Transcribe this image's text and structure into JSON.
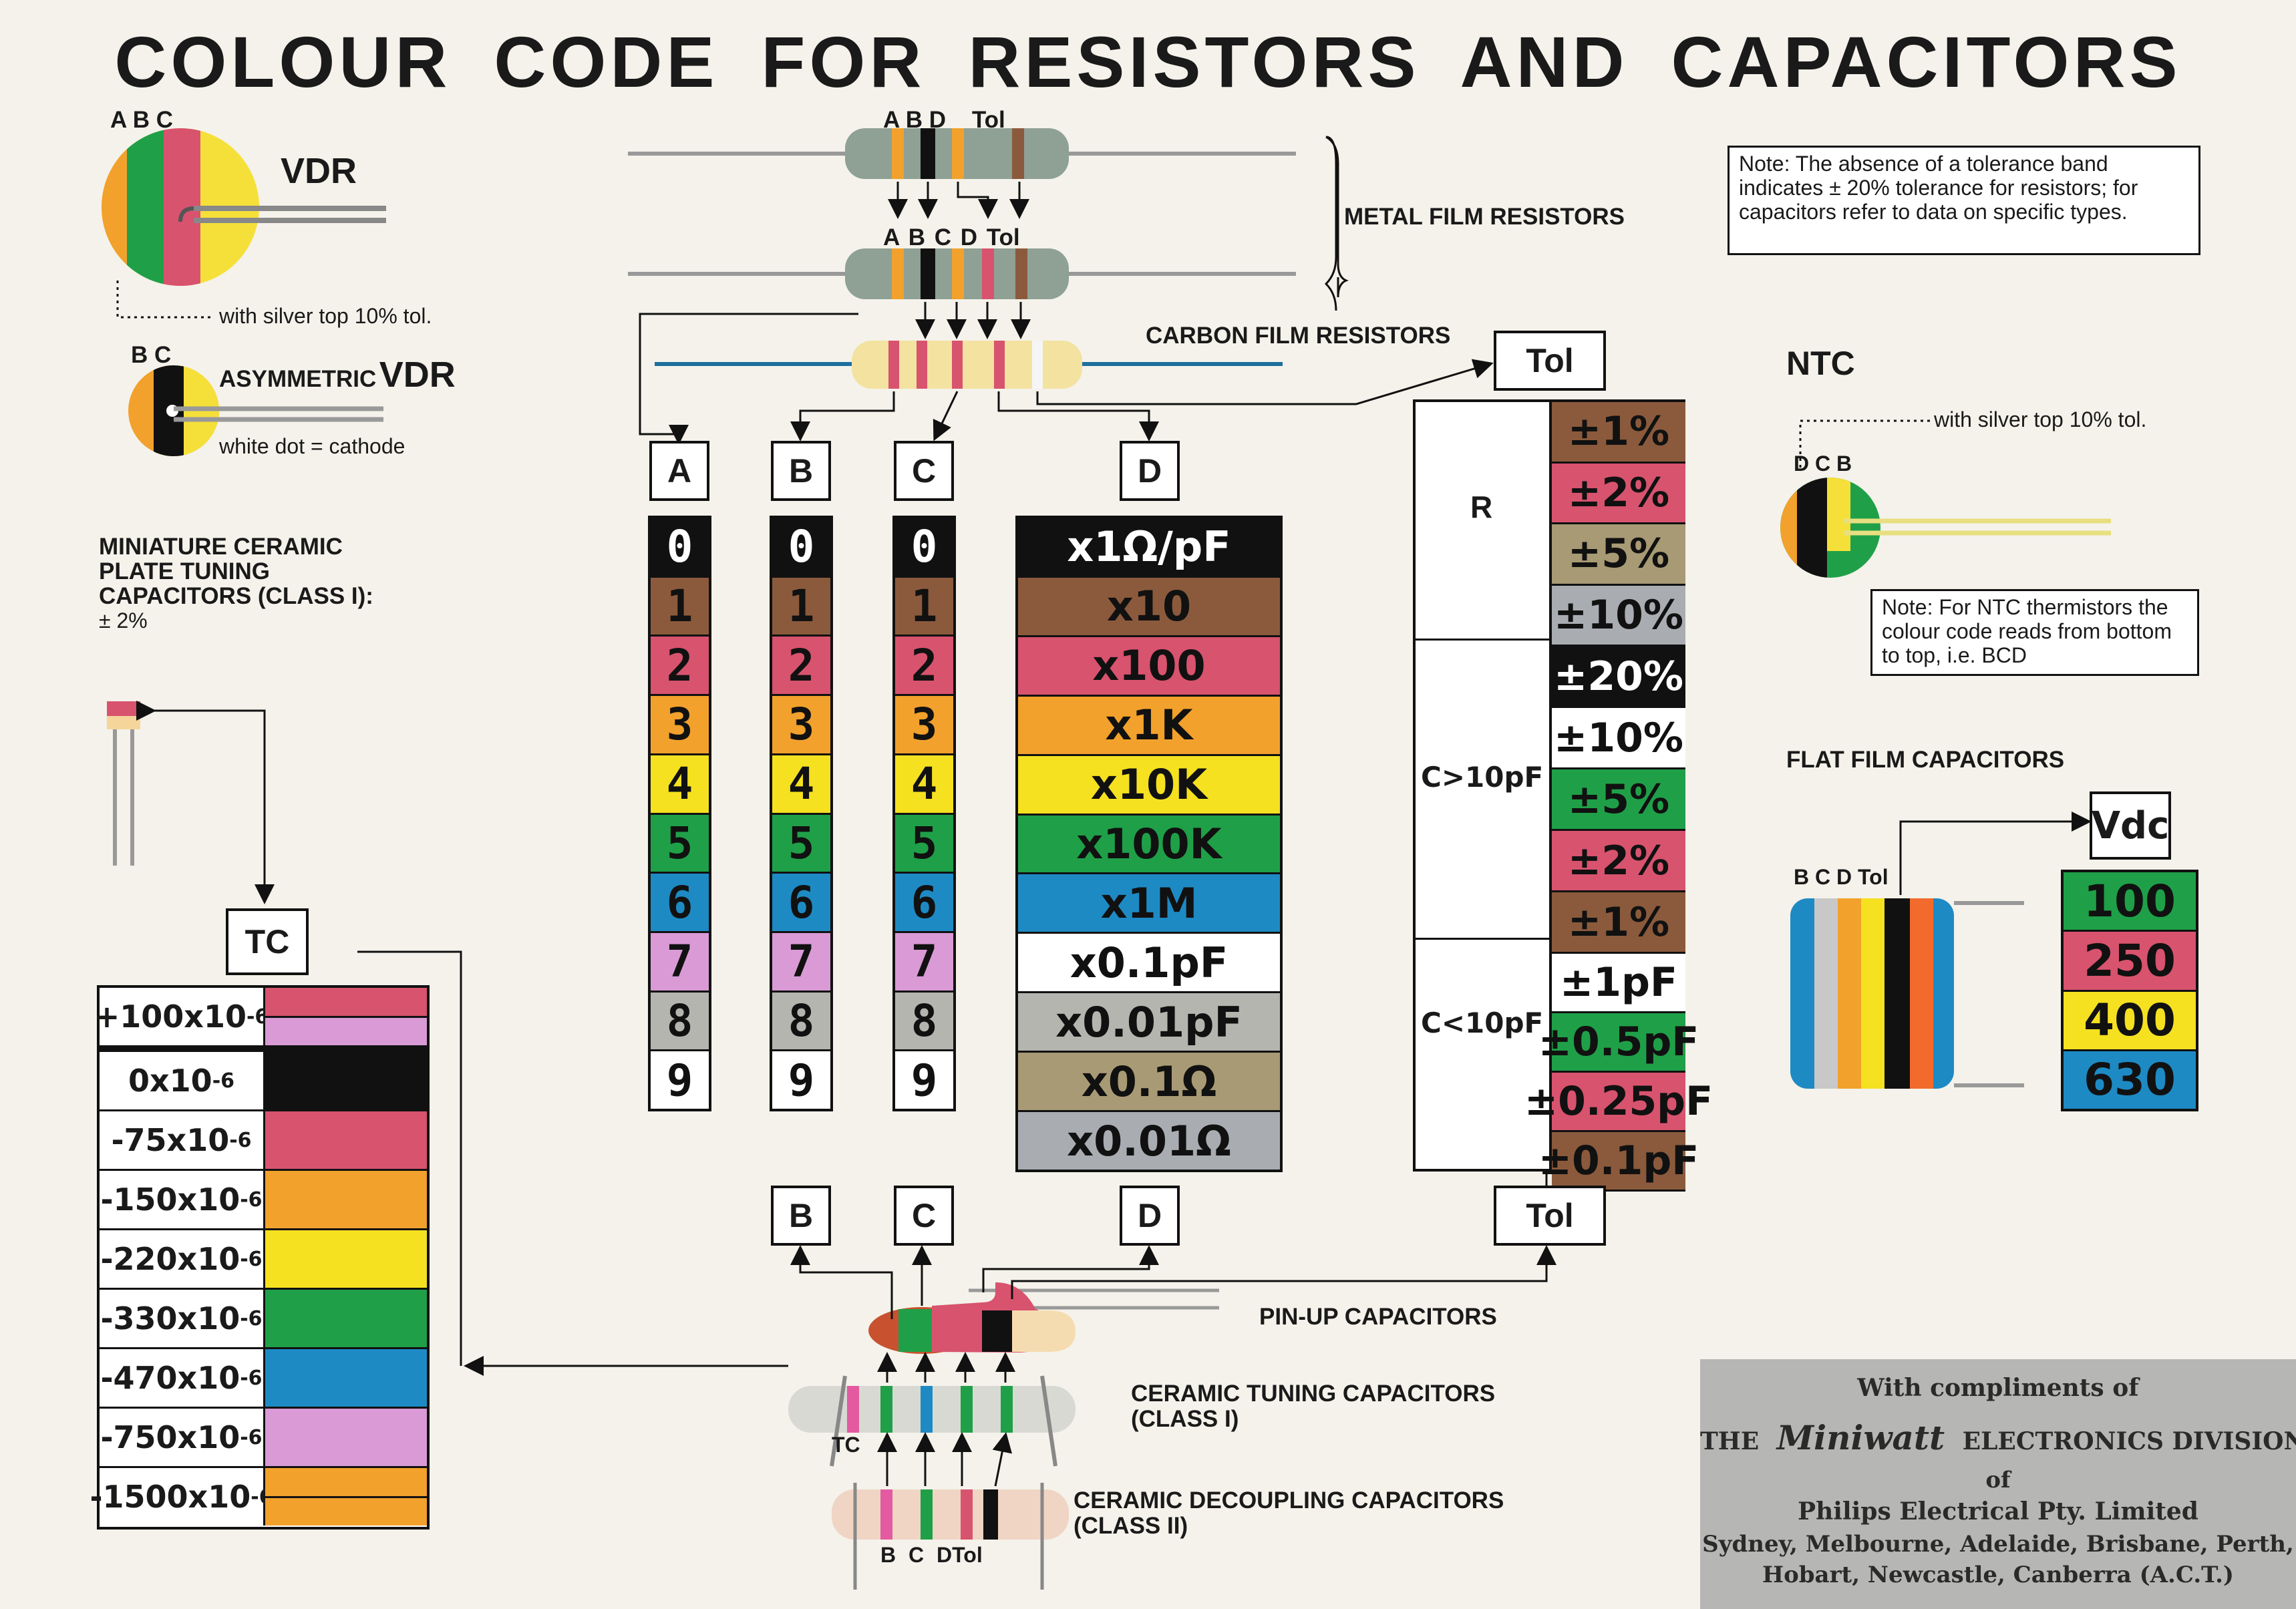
{
  "title": "COLOUR CODE FOR RESISTORS AND CAPACITORS",
  "colors": {
    "black": "#111111",
    "brown": "#8b5a3c",
    "red": "#d8536e",
    "orange": "#f2a12c",
    "yellow": "#f5e120",
    "green": "#1fa048",
    "blue": "#1e8ac4",
    "violet": "#d99ad6",
    "grey": "#b5b5b0",
    "white": "#ffffff",
    "silver": "#a9adb2",
    "gold": "#a89a74"
  },
  "vdr": {
    "labels": "A B C",
    "name": "VDR",
    "note": "with silver top 10% tol."
  },
  "asym_vdr": {
    "labels": "B C",
    "prefix": "ASYMMETRIC",
    "name": "VDR",
    "note": "white dot = cathode"
  },
  "miniature": {
    "line1": "MINIATURE CERAMIC",
    "line2": "PLATE TUNING",
    "line3": "CAPACITORS (CLASS I):",
    "tol": "± 2%"
  },
  "metal_film": {
    "labels_top": "A B D    Tol",
    "labels_bottom": "A B C D Tol",
    "caption": "METAL FILM RESISTORS"
  },
  "carbon_film": {
    "caption": "CARBON FILM RESISTORS"
  },
  "columns": {
    "A": "A",
    "B": "B",
    "C": "C",
    "D": "D",
    "Tol": "Tol",
    "digits": [
      "0",
      "1",
      "2",
      "3",
      "4",
      "5",
      "6",
      "7",
      "8",
      "9"
    ],
    "digit_colors": [
      "black",
      "brown",
      "red",
      "orange",
      "yellow",
      "green",
      "blue",
      "violet",
      "grey",
      "white"
    ]
  },
  "multipliers": [
    {
      "label": "x1Ω/pF",
      "color": "black"
    },
    {
      "label": "x10",
      "color": "brown"
    },
    {
      "label": "x100",
      "color": "red"
    },
    {
      "label": "x1K",
      "color": "orange"
    },
    {
      "label": "x10K",
      "color": "yellow"
    },
    {
      "label": "x100K",
      "color": "green"
    },
    {
      "label": "x1M",
      "color": "blue"
    },
    {
      "label": "x0.1pF",
      "color": "white"
    },
    {
      "label": "x0.01pF",
      "color": "grey"
    },
    {
      "label": "x0.1Ω",
      "color": "gold"
    },
    {
      "label": "x0.01Ω",
      "color": "silver"
    }
  ],
  "tolerance": {
    "r_label": "R",
    "c_big_label": "C>10pF",
    "c_small_label": "C<10pF",
    "r": [
      {
        "label": "±1%",
        "color": "brown"
      },
      {
        "label": "±2%",
        "color": "red"
      },
      {
        "label": "±5%",
        "color": "gold"
      },
      {
        "label": "±10%",
        "color": "silver"
      }
    ],
    "c_big": [
      {
        "label": "±20%",
        "color": "black"
      },
      {
        "label": "±10%",
        "color": "white"
      },
      {
        "label": "±5%",
        "color": "green"
      },
      {
        "label": "±2%",
        "color": "red"
      },
      {
        "label": "±1%",
        "color": "brown"
      }
    ],
    "c_small": [
      {
        "label": "±1pF",
        "color": "white"
      },
      {
        "label": "±0.5pF",
        "color": "green"
      },
      {
        "label": "±0.25pF",
        "color": "red"
      },
      {
        "label": "±0.1pF",
        "color": "brown"
      }
    ]
  },
  "note_tol": "Note: The absence of a tolerance band indicates ± 20% tolerance for resistors; for capacitors refer to data on specific types.",
  "ntc": {
    "name": "NTC",
    "note_top": "with silver top 10% tol.",
    "labels": "D C B",
    "note": "Note: For NTC thermistors the colour code reads from bottom to top, i.e. BCD"
  },
  "flat_film": {
    "caption": "FLAT FILM CAPACITORS",
    "labels": "B C D Tol",
    "vdc_label": "Vdc",
    "voltages": [
      {
        "label": "100",
        "color": "green"
      },
      {
        "label": "250",
        "color": "red"
      },
      {
        "label": "400",
        "color": "yellow"
      },
      {
        "label": "630",
        "color": "blue"
      }
    ]
  },
  "tc": {
    "label": "TC",
    "rows": [
      {
        "label": "+100x10",
        "colors": [
          "red",
          "violet"
        ]
      },
      {
        "label": "0x10",
        "colors": [
          "black"
        ]
      },
      {
        "label": "-75x10",
        "colors": [
          "red"
        ]
      },
      {
        "label": "-150x10",
        "colors": [
          "orange"
        ]
      },
      {
        "label": "-220x10",
        "colors": [
          "yellow"
        ]
      },
      {
        "label": "-330x10",
        "colors": [
          "green"
        ]
      },
      {
        "label": "-470x10",
        "colors": [
          "blue"
        ]
      },
      {
        "label": "-750x10",
        "colors": [
          "violet"
        ]
      },
      {
        "label": "-1500x10",
        "colors": [
          "orange",
          "orange"
        ]
      }
    ],
    "exp": "-6"
  },
  "bottom_boxes": {
    "B": "B",
    "C": "C",
    "D": "D",
    "Tol": "Tol"
  },
  "pinup": {
    "caption": "PIN-UP CAPACITORS"
  },
  "ceramic_tuning": {
    "caption1": "CERAMIC TUNING CAPACITORS",
    "caption2": "(CLASS I)",
    "tc_label": "TC"
  },
  "ceramic_decoupling": {
    "caption1": "CERAMIC DECOUPLING CAPACITORS",
    "caption2": "(CLASS II)",
    "labels": "B C DTol"
  },
  "credit": {
    "line1": "With compliments of",
    "line2a": "THE",
    "brand": "Miniwatt",
    "line2b": "ELECTRONICS DIVISION",
    "line3": "of",
    "line4": "Philips Electrical Pty. Limited",
    "line5": "Sydney, Melbourne, Adelaide, Brisbane, Perth,",
    "line6": "Hobart, Newcastle, Canberra (A.C.T.)"
  }
}
